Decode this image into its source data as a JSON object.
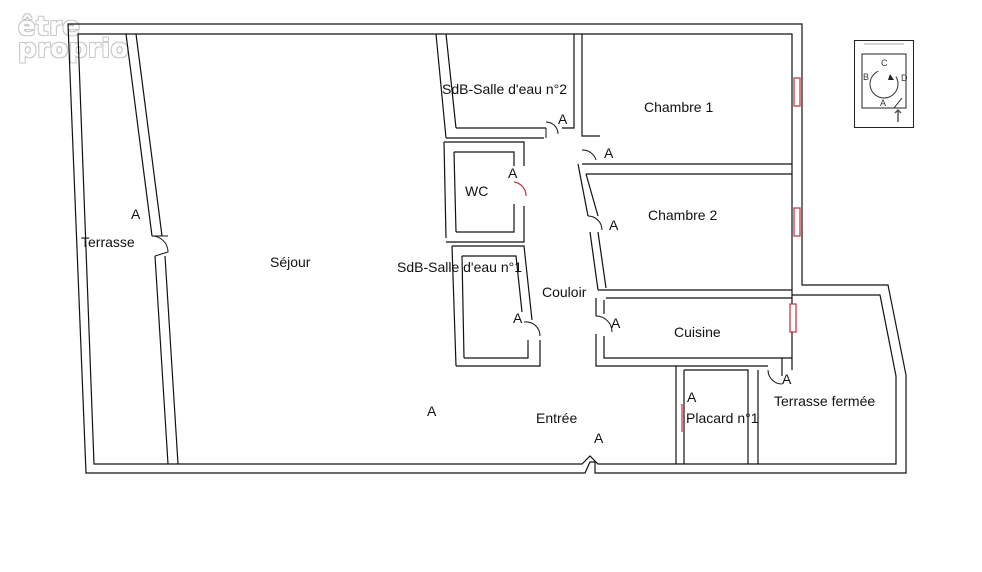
{
  "logo": {
    "line1": "être",
    "line2": "proprio"
  },
  "rooms": {
    "terrasse": "Terrasse",
    "sejour": "Séjour",
    "sdb2": "SdB-Salle d'eau n°2",
    "wc": "WC",
    "sdb1": "SdB-Salle d'eau n°1",
    "couloir": "Couloir",
    "chambre1": "Chambre 1",
    "chambre2": "Chambre 2",
    "cuisine": "Cuisine",
    "entree": "Entrée",
    "placard1": "Placard n°1",
    "terrasse_fermee": "Terrasse fermée"
  },
  "door_marker": "A",
  "compass": {
    "a": "A",
    "b": "B",
    "c": "C",
    "d": "D"
  }
}
